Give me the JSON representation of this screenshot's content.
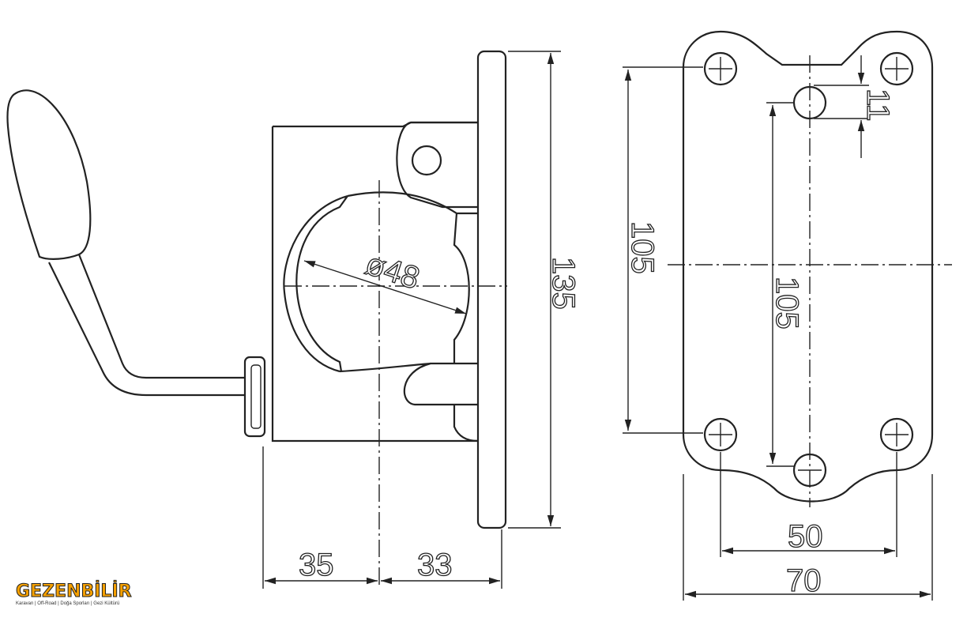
{
  "dimensions": {
    "side_width_left": "35",
    "side_width_right": "33",
    "height_total": "135",
    "bore_diameter": "ø48",
    "hole_spacing_outer_vertical": "105",
    "hole_spacing_inner_vertical": "105",
    "slot_offset": "11",
    "hole_spacing_horizontal": "50",
    "plate_width": "70"
  },
  "logo": {
    "name": "GEZENBİLİR",
    "tagline": "Karavan | Off-Road | Doğa Sporları | Gezi Kültürü",
    "color": "#f5a000"
  }
}
